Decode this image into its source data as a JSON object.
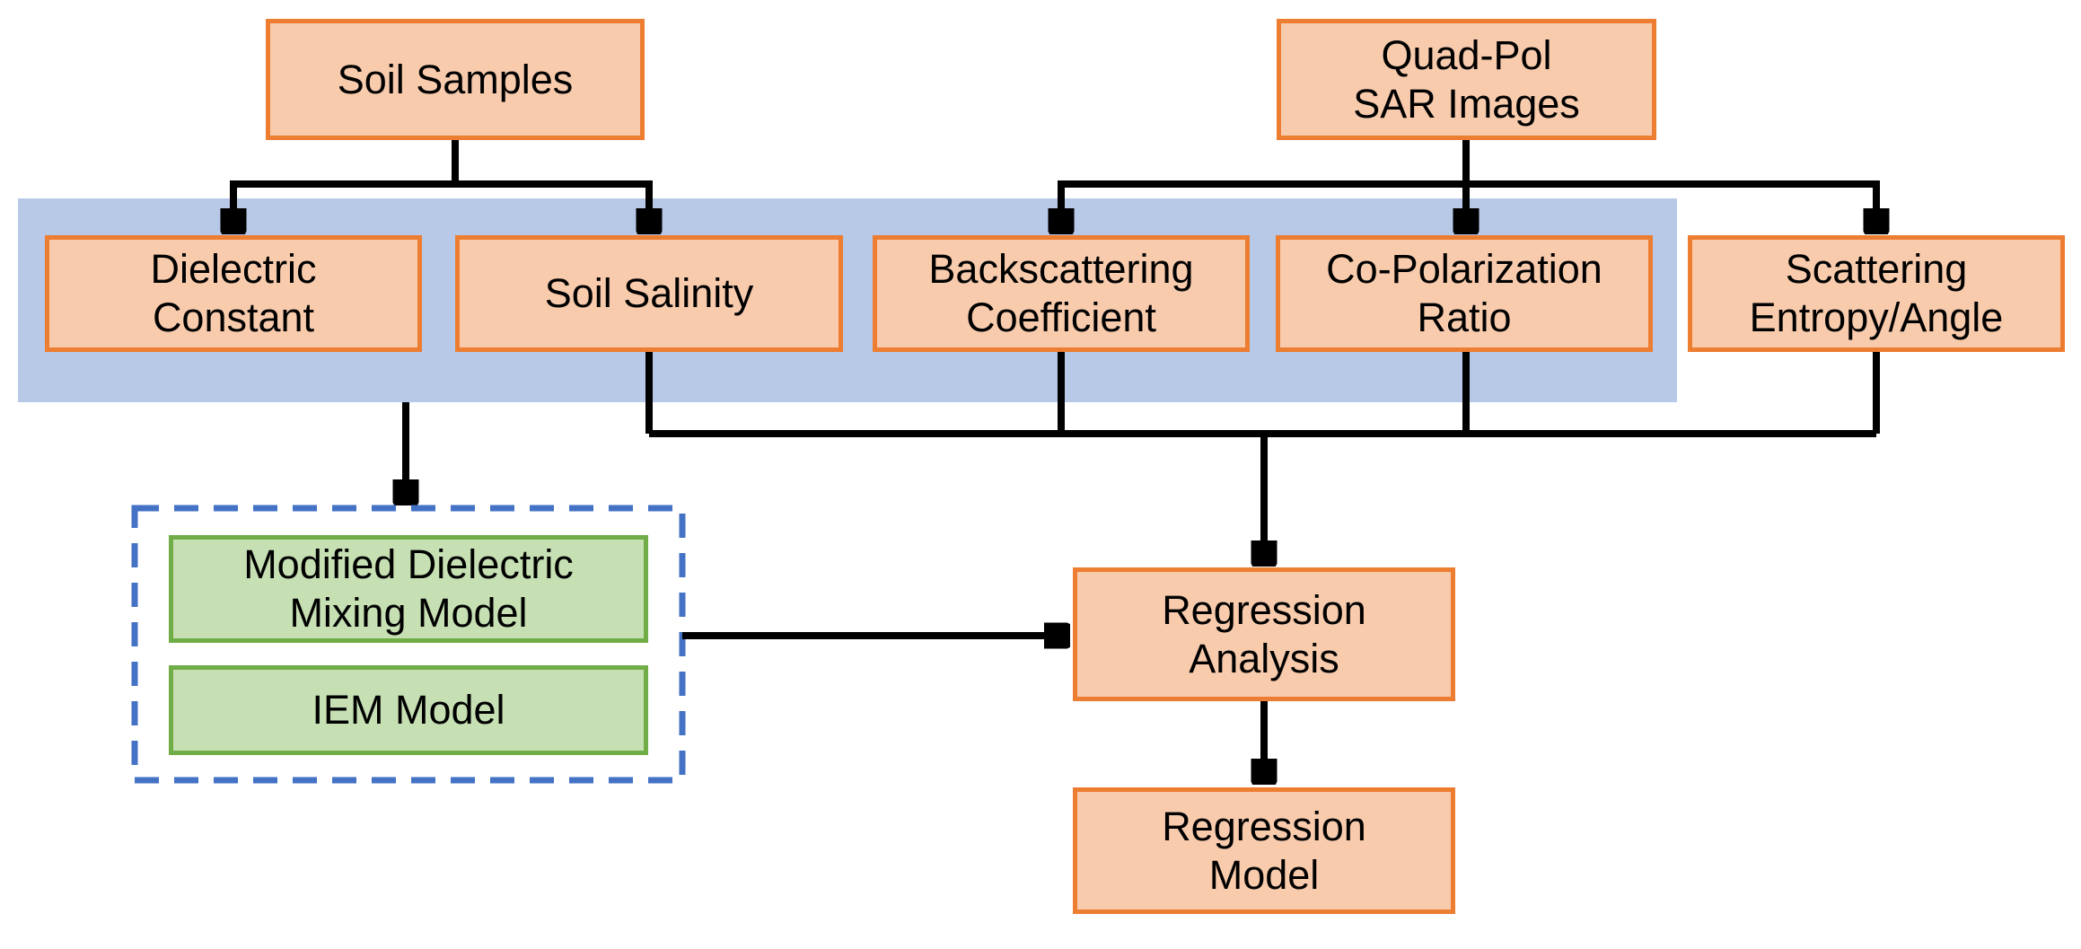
{
  "colors": {
    "orange_fill": "#F8CBAD",
    "orange_border": "#ED7D31",
    "green_fill": "#C6E0B4",
    "green_border": "#70AD47",
    "band_fill": "#B8C9E8",
    "dashed_border": "#4472C4",
    "connector": "#000000",
    "text": "#000000",
    "background": "#FFFFFF"
  },
  "nodes": {
    "soil_samples": {
      "line1": "Soil Samples"
    },
    "quad_pol": {
      "line1": "Quad-Pol",
      "line2": "SAR Images"
    },
    "dielectric_constant": {
      "line1": "Dielectric",
      "line2": "Constant"
    },
    "soil_salinity": {
      "line1": "Soil Salinity"
    },
    "backscattering": {
      "line1": "Backscattering",
      "line2": "Coefficient"
    },
    "co_polarization": {
      "line1": "Co-Polarization",
      "line2": "Ratio"
    },
    "scattering_entropy": {
      "line1": "Scattering",
      "line2": "Entropy/Angle"
    },
    "mixing_model": {
      "line1": "Modified Dielectric",
      "line2": "Mixing Model"
    },
    "iem_model": {
      "line1": "IEM Model"
    },
    "regression_analysis": {
      "line1": "Regression",
      "line2": "Analysis"
    },
    "regression_model": {
      "line1": "Regression",
      "line2": "Model"
    }
  }
}
